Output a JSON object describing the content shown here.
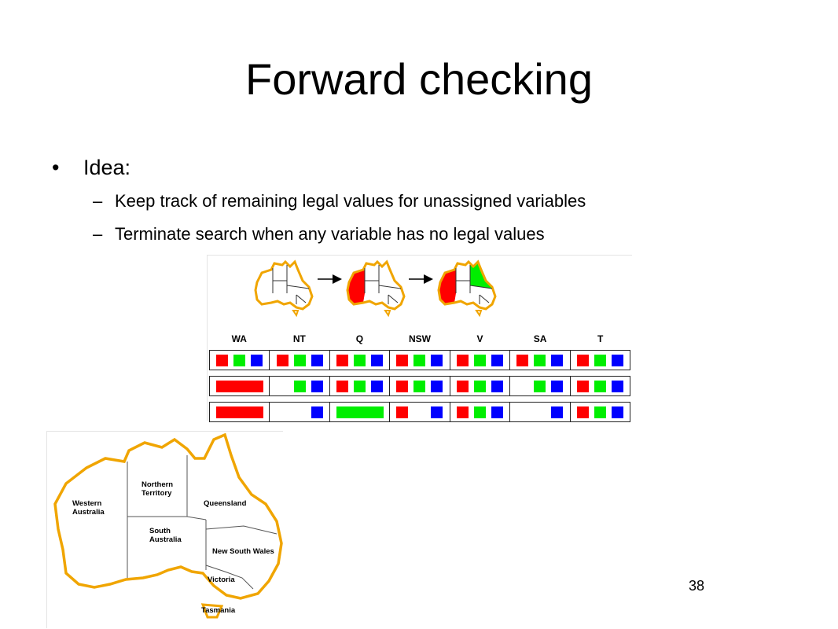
{
  "slide": {
    "title": "Forward checking",
    "bullet": "Idea:",
    "bullet_marker": "•",
    "sub_marker": "–",
    "sub_bullets": [
      "Keep track of remaining legal values for unassigned variables",
      "Terminate search when any variable has no legal values"
    ],
    "page_number": "38"
  },
  "forward_checking": {
    "variables": [
      "WA",
      "NT",
      "Q",
      "NSW",
      "V",
      "SA",
      "T"
    ],
    "colors": {
      "red": "#ff0000",
      "green": "#00ee00",
      "blue": "#0000ff",
      "outline": "#f0a500"
    },
    "rows": [
      {
        "domains": [
          [
            "r",
            "g",
            "b"
          ],
          [
            "r",
            "g",
            "b"
          ],
          [
            "r",
            "g",
            "b"
          ],
          [
            "r",
            "g",
            "b"
          ],
          [
            "r",
            "g",
            "b"
          ],
          [
            "r",
            "g",
            "b"
          ],
          [
            "r",
            "g",
            "b"
          ]
        ]
      },
      {
        "domains": [
          [
            "R"
          ],
          [
            "g",
            "b"
          ],
          [
            "r",
            "g",
            "b"
          ],
          [
            "r",
            "g",
            "b"
          ],
          [
            "r",
            "g",
            "b"
          ],
          [
            "g",
            "b"
          ],
          [
            "r",
            "g",
            "b"
          ]
        ]
      },
      {
        "domains": [
          [
            "R"
          ],
          [
            "b"
          ],
          [
            "G"
          ],
          [
            "r",
            "b"
          ],
          [
            "r",
            "g",
            "b"
          ],
          [
            "b"
          ],
          [
            "r",
            "g",
            "b"
          ]
        ]
      }
    ],
    "map_steps": [
      "none",
      "WA red",
      "WA red, Q green"
    ]
  },
  "australia_map": {
    "regions": [
      "Western Australia",
      "Northern Territory",
      "Queensland",
      "South Australia",
      "New South Wales",
      "Victoria",
      "Tasmania"
    ],
    "labels": {
      "wa": [
        "Western",
        "Australia"
      ],
      "nt": [
        "Northern",
        "Territory"
      ],
      "q": [
        "Queensland"
      ],
      "sa": [
        "South",
        "Australia"
      ],
      "nsw": [
        "New South Wales"
      ],
      "v": [
        "Victoria"
      ],
      "t": [
        "Tasmania"
      ]
    }
  }
}
